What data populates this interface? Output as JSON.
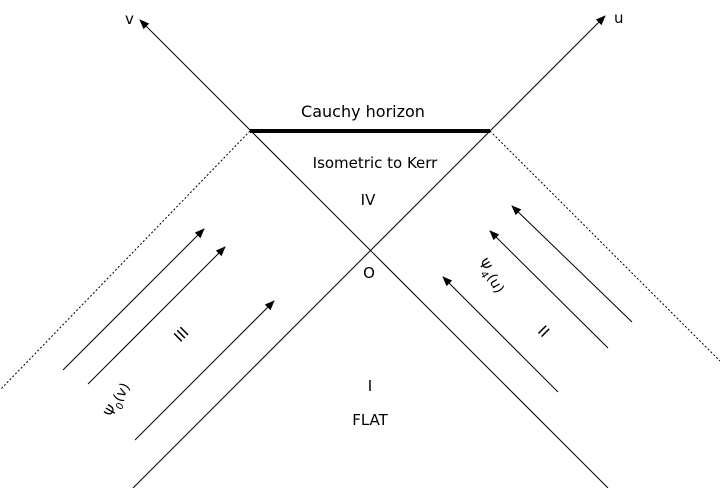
{
  "axes": {
    "v_label": "v",
    "u_label": "u"
  },
  "horizon": {
    "label": "Cauchy horizon"
  },
  "regions": {
    "iv_note": "Isometric to Kerr",
    "iv_label": "IV",
    "origin_label": "O",
    "i_label": "I",
    "i_note": "FLAT",
    "iii_label": "III",
    "ii_label": "II"
  },
  "waves": {
    "psi0": {
      "symbol": "Ψ",
      "subscript": "0",
      "argument": "(v)"
    },
    "psi4": {
      "symbol": "Ψ",
      "subscript": "4",
      "argument": "(u)"
    }
  },
  "colors": {
    "ink": "#000000",
    "background": "#ffffff"
  }
}
